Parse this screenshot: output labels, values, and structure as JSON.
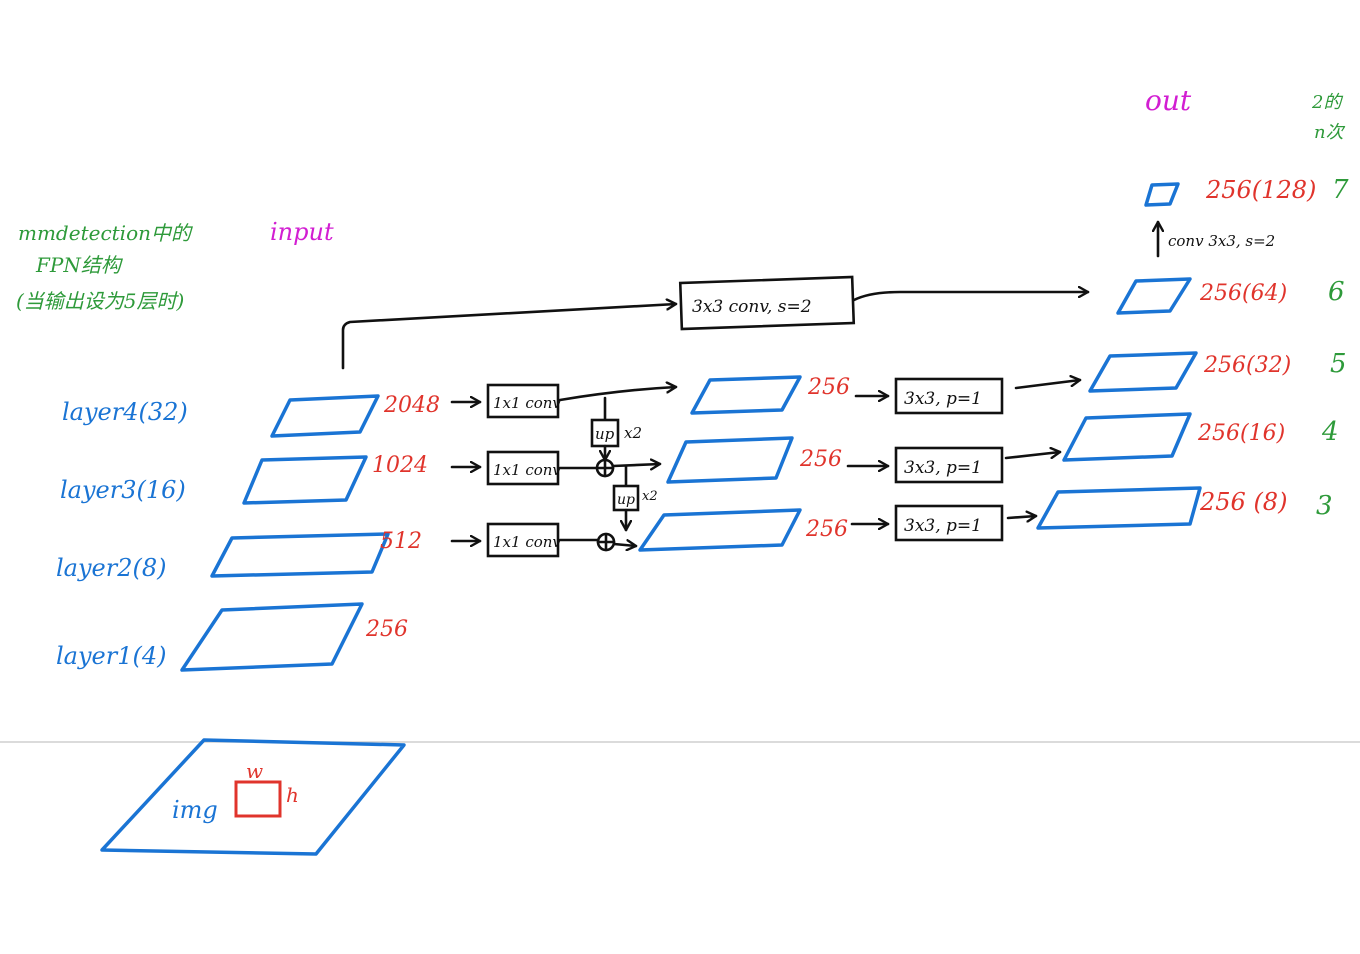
{
  "title": {
    "line1": "mmdetection中的",
    "line2": "FPN结构",
    "line3": "(当输出设为5层时)"
  },
  "input_label": "input",
  "out_label": "out",
  "stride_header": {
    "line1": "2的",
    "line2": "n次"
  },
  "layers": [
    {
      "label": "layer4(32)",
      "channels": "2048"
    },
    {
      "label": "layer3(16)",
      "channels": "1024"
    },
    {
      "label": "layer2(8)",
      "channels": "512"
    },
    {
      "label": "layer1(4)",
      "channels": "256"
    }
  ],
  "lateral_conv": "1x1 conv",
  "lateral_out_channels": "256",
  "upsample": {
    "label": "up",
    "factor": "x2"
  },
  "fpn_conv": {
    "top": "3x3, p=1",
    "mid": "3x3, p=1",
    "bot": "3x3, p=1"
  },
  "extra_conv": "3x3 conv, s=2",
  "extra_conv_top": "conv 3x3, s=2",
  "outputs": [
    {
      "channels": "256(128)",
      "level": "7"
    },
    {
      "channels": "256(64)",
      "level": "6"
    },
    {
      "channels": "256(32)",
      "level": "5"
    },
    {
      "channels": "256(16)",
      "level": "4"
    },
    {
      "channels": "256 (8)",
      "level": "3"
    }
  ],
  "image": {
    "label": "img",
    "w": "w",
    "h": "h"
  },
  "colors": {
    "blue": "#1a74d4",
    "red": "#e0342c",
    "green": "#2e9a3a",
    "magenta": "#d21ed2",
    "black": "#111111"
  }
}
